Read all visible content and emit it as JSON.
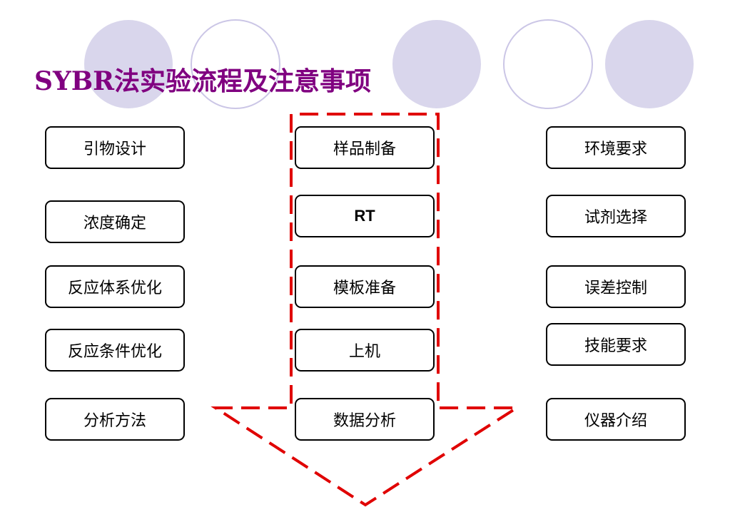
{
  "title": "SYBR法实验流程及注意事项",
  "colors": {
    "title": "#800080",
    "circle_fill": "#d9d6ec",
    "circle_stroke": "#cbc6e6",
    "arrow": "#e00000",
    "box_border": "#000000"
  },
  "left_column": [
    "引物设计",
    "浓度确定",
    "反应体系优化",
    "反应条件优化",
    "分析方法"
  ],
  "center_column": [
    "样品制备",
    "RT",
    "模板准备",
    "上机",
    "数据分析"
  ],
  "right_column": [
    "环境要求",
    "试剂选择",
    "误差控制",
    "技能要求",
    "仪器介绍"
  ]
}
